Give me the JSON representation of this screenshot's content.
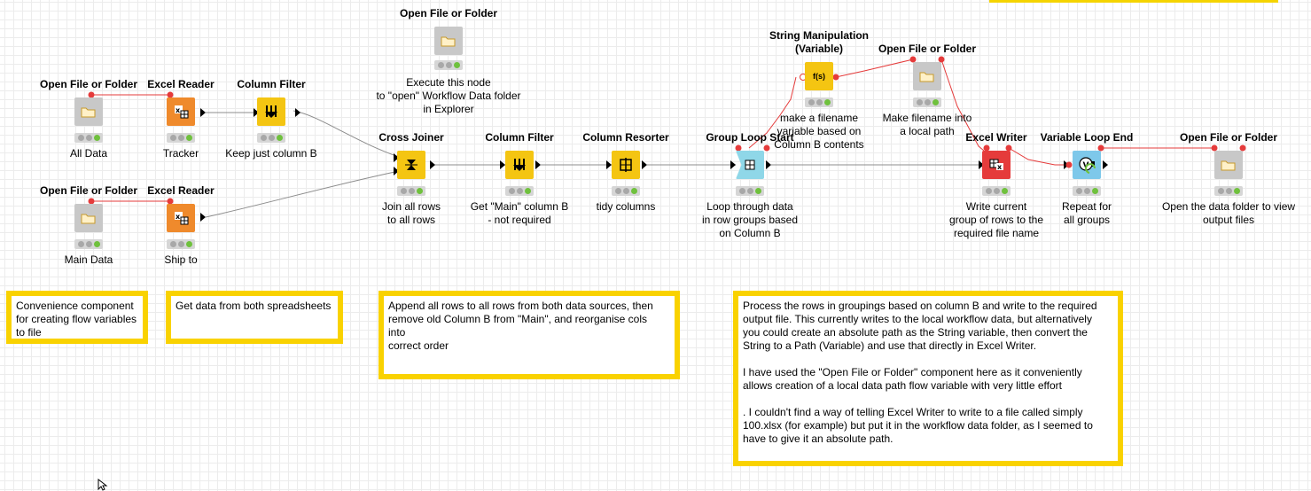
{
  "nodes": {
    "open_file_all": {
      "title": "Open File or Folder",
      "desc": [
        "All Data"
      ]
    },
    "excel_reader_tracker": {
      "title": "Excel Reader",
      "desc": [
        "Tracker"
      ]
    },
    "column_filter_b": {
      "title": "Column Filter",
      "desc": [
        "Keep just column B"
      ]
    },
    "open_file_main": {
      "title": "Open File or Folder",
      "desc": [
        "Main Data"
      ]
    },
    "excel_reader_ship": {
      "title": "Excel Reader",
      "desc": [
        "Ship to"
      ]
    },
    "open_file_top": {
      "title": "Open File or Folder",
      "desc": [
        "Execute this node",
        "to \"open\" Workflow Data folder",
        "in Explorer"
      ]
    },
    "cross_joiner": {
      "title": "Cross Joiner",
      "desc": [
        "Join all rows",
        "to all rows"
      ]
    },
    "column_filter_main": {
      "title": "Column Filter",
      "desc": [
        "Get \"Main\" column B",
        "- not required"
      ]
    },
    "column_resorter": {
      "title": "Column Resorter",
      "desc": [
        "tidy columns"
      ]
    },
    "group_loop_start": {
      "title": "Group Loop Start",
      "desc": [
        "Loop through data",
        "in row groups based",
        "on Column B"
      ]
    },
    "string_manipulation": {
      "title": "String Manipulation\n(Variable)",
      "title_lines": [
        "String Manipulation",
        "(Variable)"
      ],
      "desc": [
        "make a filename",
        "variable based on",
        "Column B contents"
      ]
    },
    "open_file_mid": {
      "title": "Open File or Folder",
      "desc": [
        "Make filename into",
        "a local path"
      ]
    },
    "excel_writer": {
      "title": "Excel Writer",
      "desc": [
        "Write current",
        "group of rows to the",
        "required file name"
      ]
    },
    "variable_loop_end": {
      "title": "Variable Loop End",
      "desc": [
        "Repeat for",
        "all groups"
      ]
    },
    "open_file_out": {
      "title": "Open File or Folder",
      "desc": [
        "Open the data folder to view",
        "output files"
      ]
    }
  },
  "annotations": {
    "convenience": [
      "Convenience component",
      "for creating flow variables",
      "to file"
    ],
    "get_data": [
      "Get data from both spreadsheets"
    ],
    "append": [
      "Append all rows to all rows from both data sources, then",
      "remove old Column B from \"Main\", and reorganise cols",
      "into",
      "correct order"
    ],
    "process": [
      "Process the rows in groupings based on column B and write to the required",
      "output file. This currently writes to the local workflow data, but alternatively",
      "you could create an absolute path as the String variable, then convert the",
      "String to a Path (Variable) and use that directly in Excel Writer.",
      "",
      "I have used the \"Open File or Folder\" component here as it conveniently",
      "allows creation of a local data path flow variable with very little effort",
      "",
      ". I couldn't find a way of telling Excel Writer to write to a file called simply",
      "100.xlsx (for example) but put it in the workflow data folder, as I seemed to",
      "have to give it an absolute path."
    ]
  },
  "icons": {
    "folder": "folder-icon",
    "excel_reader": "excel-reader-icon",
    "column_filter": "column-filter-icon",
    "cross_joiner": "cross-joiner-icon",
    "column_resorter": "column-resorter-icon",
    "group_loop_start": "group-loop-start-icon",
    "string_manipulation": "string-manipulation-icon",
    "excel_writer": "excel-writer-icon",
    "variable_loop_end": "variable-loop-end-icon"
  },
  "icon_glyphs": {
    "string_manipulation": "f(s)",
    "variable_loop_end": "V"
  },
  "colors": {
    "annotation_border": "#f9d200",
    "data_wire": "#8c8c8c",
    "variable_wire": "#e53b3b",
    "status_ok": "#6fc13d"
  }
}
